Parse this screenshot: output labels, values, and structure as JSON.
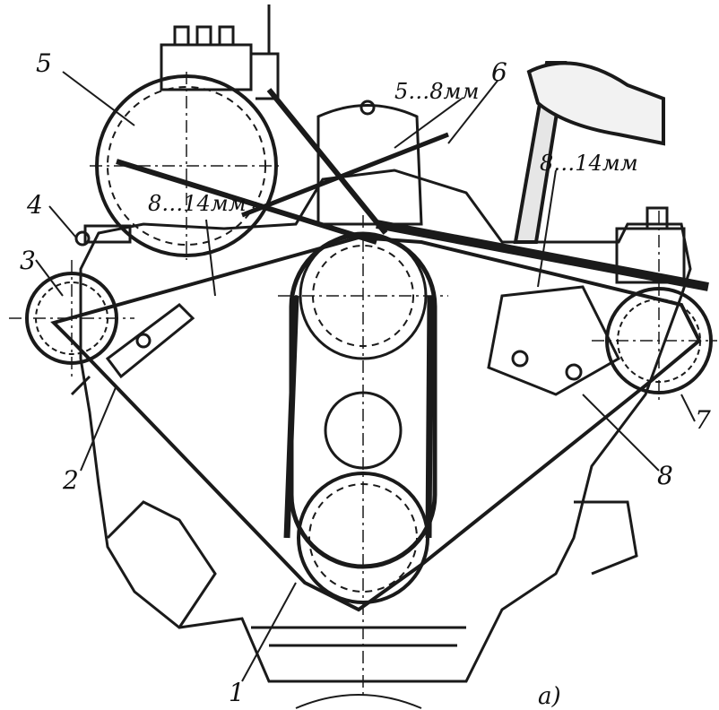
{
  "figure": {
    "panel_label": "а)",
    "dimensions": {
      "upper": "5…8мм",
      "left": "8…14мм",
      "right": "8…14мм"
    },
    "callouts": {
      "c1": "1",
      "c2": "2",
      "c3": "3",
      "c4": "4",
      "c5": "5",
      "c6": "6",
      "c7": "7",
      "c8": "8"
    }
  }
}
